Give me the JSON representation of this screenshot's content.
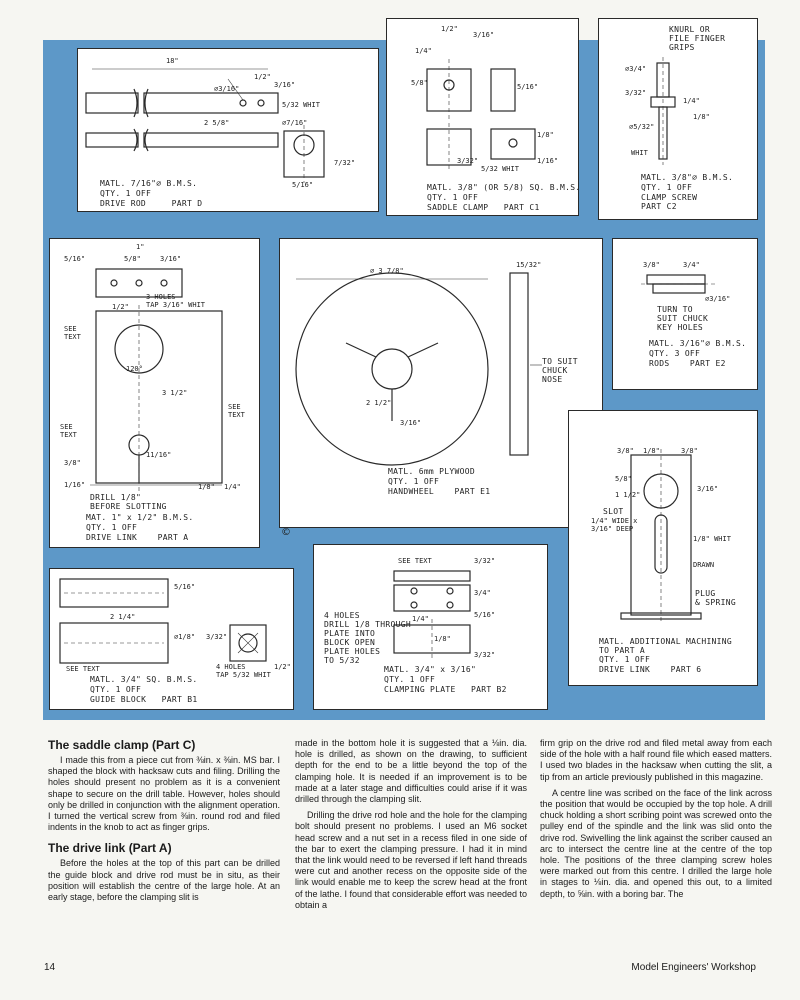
{
  "drawings": {
    "part_d": {
      "dims": [
        "18\"",
        "1/2\"",
        "3/16\"",
        "5/32 WHIT",
        "2 5/8\"",
        "⌀7/16\"",
        "⌀3/16\"",
        "7/32\"",
        "5/16\""
      ],
      "matl": "MATL. 7/16\"⌀ B.M.S.",
      "qty": "QTY. 1 OFF",
      "name": "DRIVE ROD     PART D"
    },
    "part_c1": {
      "dims": [
        "1/2\"",
        "3/16\"",
        "1/4\"",
        "5/8\"",
        "5/16\"",
        "1/8\"",
        "3/32\"",
        "5/32 WHIT",
        "1/16\""
      ],
      "matl": "MATL. 3/8\" (OR 5/8) SQ. B.M.S.",
      "qty": "QTY. 1 OFF",
      "name": "SADDLE CLAMP   PART C1"
    },
    "part_c2": {
      "top": "KNURL OR\nFILE FINGER\nGRIPS",
      "dims": [
        "⌀3/4\"",
        "3/32\"",
        "1/4\"",
        "1/8\"",
        "⌀5/32\"",
        "WHIT"
      ],
      "matl": "MATL. 3/8\"⌀ B.M.S.",
      "qty": "QTY. 1 OFF",
      "name": "CLAMP SCREW\nPART C2"
    },
    "part_a": {
      "dims": [
        "1\"",
        "5/16\"",
        "5/8\"",
        "3/16\"",
        "3 HOLES\nTAP 3/16\" WHIT",
        "1/2\"",
        "SEE\nTEXT",
        "120°",
        "3 1/2\"",
        "SEE\nTEXT",
        "SEE\nTEXT",
        "3/8\"",
        "1/16\"",
        "11/16\"",
        "1/8\"",
        "1/4\""
      ],
      "drill": "DRILL 1/8\"\nBEFORE SLOTTING",
      "matl": "MAT. 1\" x 1/2\" B.M.S.",
      "qty": "QTY. 1 OFF",
      "name": "DRIVE LINK    PART A"
    },
    "part_e1": {
      "dims": [
        "⌀ 3 7/8\"",
        "15/32\"",
        "2 1/2\"",
        "3/16\""
      ],
      "side": "TO SUIT\nCHUCK\nNOSE",
      "matl": "MATL. 6mm PLYWOOD",
      "qty": "QTY. 1 OFF",
      "name": "HANDWHEEL    PART E1"
    },
    "part_e2": {
      "dims": [
        "3/8\"",
        "3/4\"",
        "⌀3/16\""
      ],
      "note": "TURN TO\nSUIT CHUCK\nKEY HOLES",
      "matl": "MATL. 3/16\"⌀ B.M.S.",
      "qty": "QTY. 3 OFF",
      "name": "RODS    PART E2"
    },
    "part_6": {
      "dims": [
        "3/8\"",
        "1/8\"",
        "3/8\"",
        "5/8\"",
        "1 1/2\"",
        "1/4\" WIDE x\n3/16\" DEEP",
        "3/16\"",
        "1/8\" WHIT"
      ],
      "slot": "SLOT",
      "plug": "PLUG\n& SPRING",
      "drawn": "DRAWN",
      "matl": "MATL. ADDITIONAL MACHINING\nTO PART A",
      "qty": "QTY. 1 OFF",
      "name": "DRIVE LINK    PART 6"
    },
    "part_b1": {
      "dims": [
        "2 1/4\"",
        "⌀1/8\"",
        "5/16\"",
        "3/32\"",
        "1/2\"",
        "4 HOLES\nTAP 5/32 WHIT",
        "SEE TEXT"
      ],
      "matl": "MATL. 3/4\" SQ. B.M.S.",
      "qty": "QTY. 1 OFF",
      "name": "GUIDE BLOCK   PART B1"
    },
    "part_b2": {
      "dims": [
        "SEE TEXT",
        "3/32\"",
        "5/16\"",
        "3/4\"",
        "1/4\"",
        "1/8\"",
        "3/32\""
      ],
      "holes": "4 HOLES\nDRILL 1/8 THROUGH\nPLATE INTO\nBLOCK OPEN\nPLATE HOLES\nTO 5/32",
      "matl": "MATL. 3/4\" x 3/16\"",
      "qty": "QTY. 1 OFF",
      "name": "CLAMPING PLATE   PART B2"
    },
    "copyright": "©"
  },
  "article": {
    "col1": {
      "h1": "The saddle clamp (Part C)",
      "p1": "I made this from a piece cut from ⅜in. x ⅜in. MS bar. I shaped the block with hacksaw cuts and filing. Drilling the holes should present no problem as it is a convenient shape to secure on the drill table. However, holes should only be drilled in conjunction with the alignment operation. I turned the vertical screw from ⅜in. round rod and filed indents in the knob to act as finger grips.",
      "h2": "The drive link (Part A)",
      "p2": "Before the holes at the top of this part can be drilled the guide block and drive rod must be in situ, as their position will establish the centre of the large hole. At an early stage, before the clamping slit is"
    },
    "col2": {
      "p1": "made in the bottom hole it is suggested that a ⅛in. dia. hole is drilled, as shown on the drawing, to sufficient depth for the end to be a little beyond the top of the clamping hole. It is needed if an improvement is to be made at a later stage and difficulties could arise if it was drilled through the clamping slit.",
      "p2": "Drilling the drive rod hole and the hole for the clamping bolt should present no problems. I used an M6 socket head screw and a nut set in a recess filed in one side of the bar to exert the clamping pressure. I had it in mind that the link would need to be reversed if left hand threads were cut and another recess on the opposite side of the link would enable me to keep the screw head at the front of the lathe. I found that considerable effort was needed to obtain a"
    },
    "col3": {
      "p1": "firm grip on the drive rod and filed metal away from each side of the hole with a half round file which eased matters. I used two blades in the hacksaw when cutting the slit, a tip from an article previously published in this magazine.",
      "p2": "A centre line was scribed on the face of the link across the position that would be occupied by the top hole. A drill chuck holding a short scribing point was screwed onto the pulley end of the spindle and the link was slid onto the drive rod. Swivelling the link against the scriber caused an arc to intersect the centre line at the centre of the top hole. The positions of the three clamping screw holes were marked out from this centre. I drilled the large hole in stages to ⅛in. dia. and opened this out, to a limited depth, to ⅝in. with a boring bar. The"
    }
  },
  "footer": {
    "page_number": "14",
    "magazine": "Model Engineers' Workshop"
  },
  "colors": {
    "plate_bg": "#5d98c8",
    "panel_bg": "#ffffff",
    "paper": "#f6f6f2"
  }
}
